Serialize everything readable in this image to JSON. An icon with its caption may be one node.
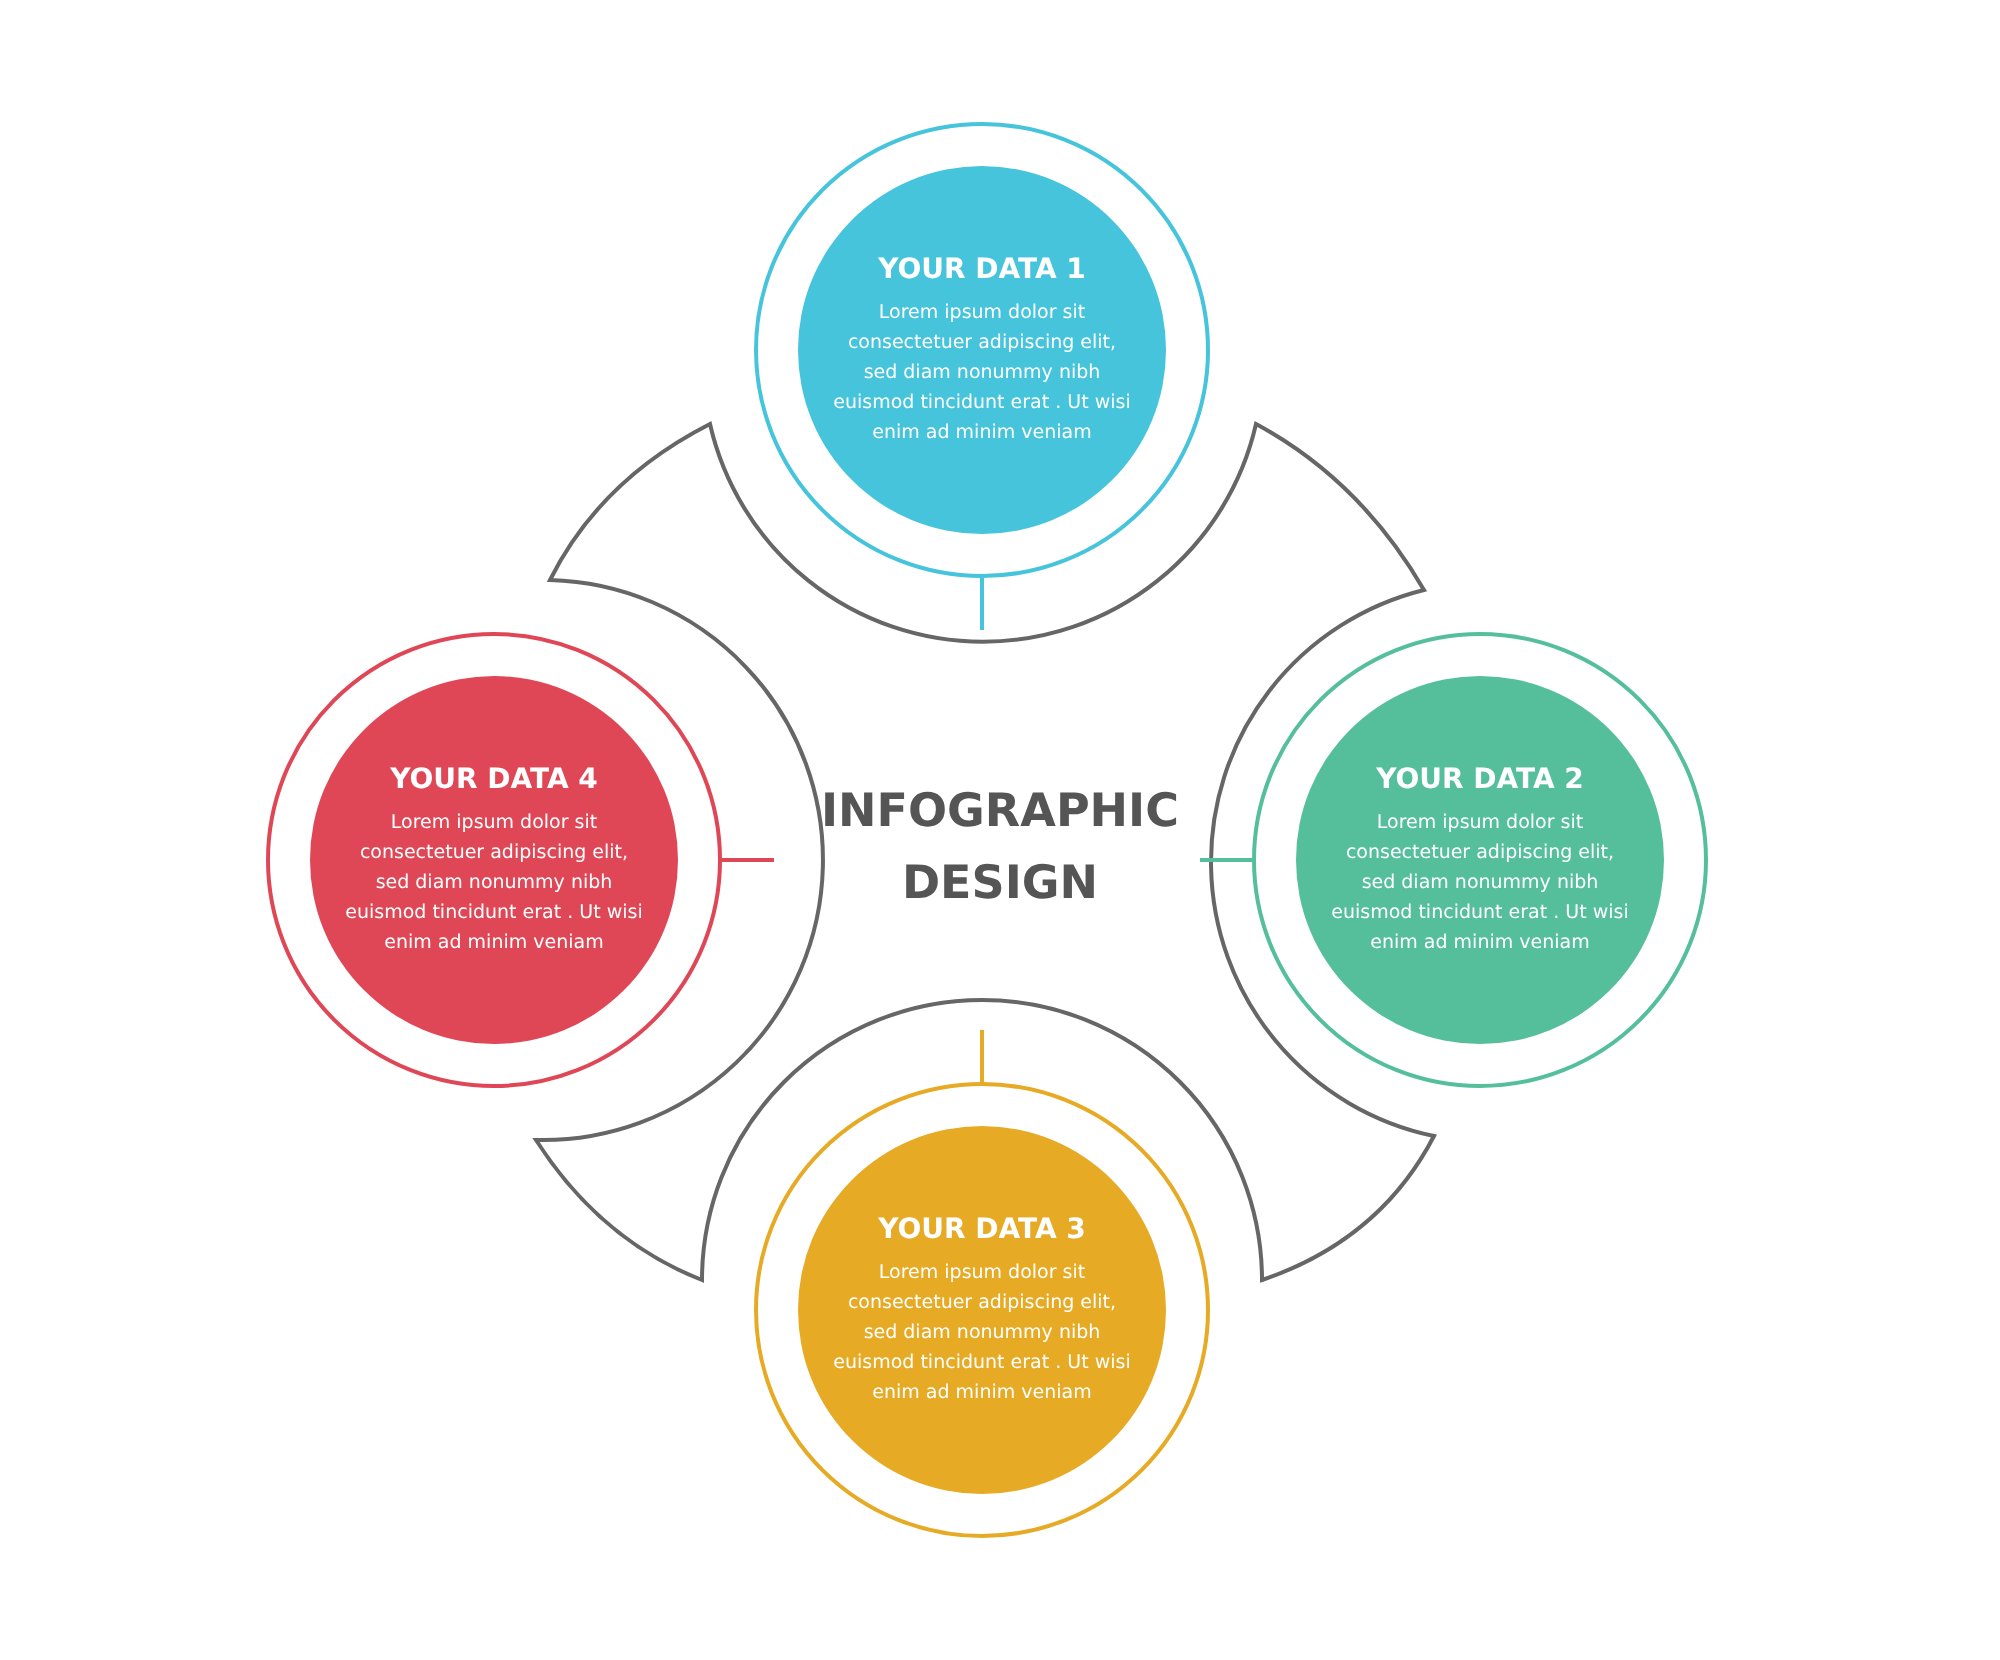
{
  "diagram": {
    "title": "INFOGRAPHIC DESIGN",
    "nodes": [
      {
        "text": [
          "YOUR DATA 1",
          "Lorem ipsum dolor sit consectetuer adipiscing elit, sed diam nonummy nibh euismod tincidunt erat . Ut wisi enim ad minim veniam"
        ]
      },
      {
        "text": [
          "YOUR DATA 2",
          "Lorem ipsum dolor sit consectetuer adipiscing elit, sed diam nonummy nibh euismod tincidunt erat . Ut wisi enim ad minim veniam"
        ]
      },
      {
        "text": [
          "YOUR DATA 3",
          "Lorem ipsum dolor sit consectetuer adipiscing elit, sed diam nonummy nibh euismod tincidunt erat . Ut wisi enim ad minim veniam"
        ]
      },
      {
        "text": [
          "YOUR DATA 4",
          "Lorem ipsum dolor sit consectetuer adipiscing elit, sed diam nonummy nibh euismod tincidunt erat . Ut wisi enim ad minim veniam"
        ]
      }
    ],
    "edges": []
  }
}
